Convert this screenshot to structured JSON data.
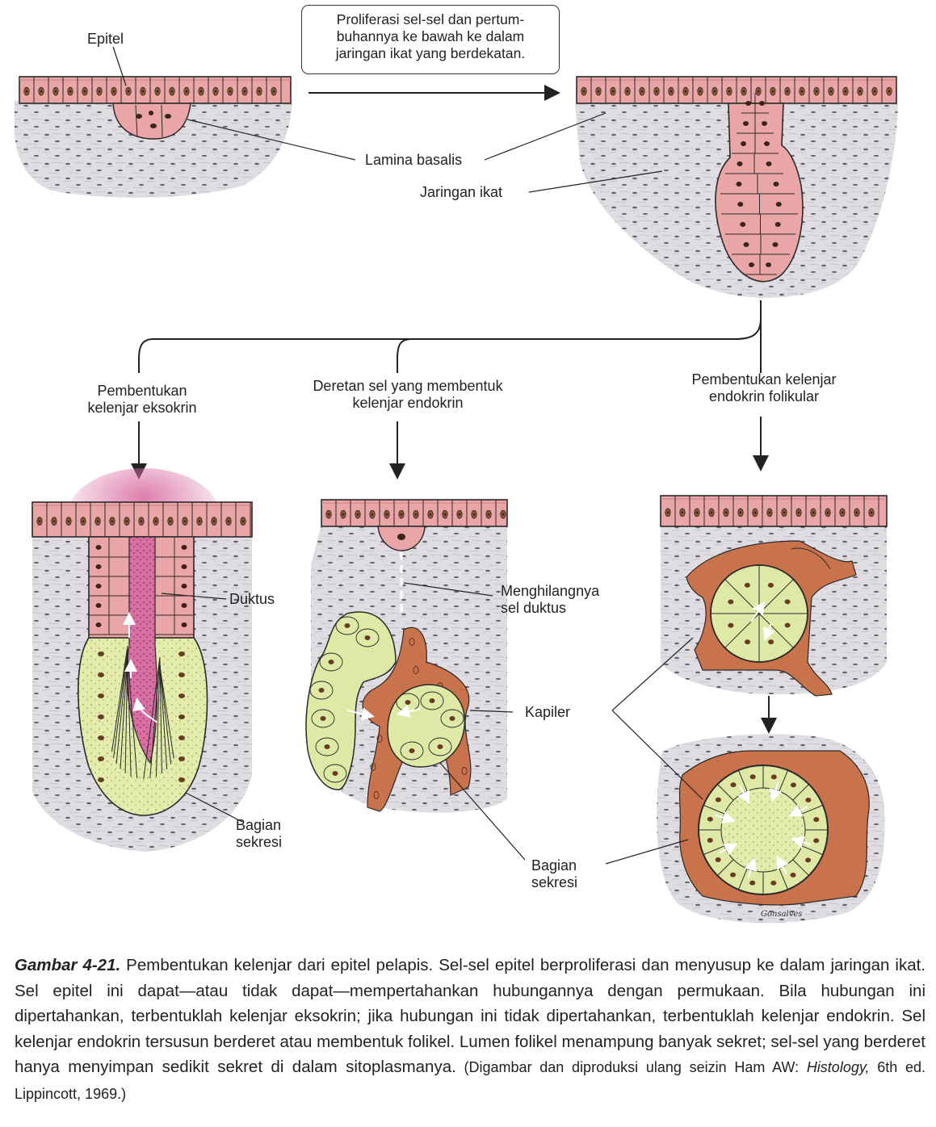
{
  "labels": {
    "epitel": "Epitel",
    "process_box": [
      "Proliferasi sel-sel dan pertum-",
      "buhannya ke bawah ke dalam",
      "jaringan ikat yang berdekatan."
    ],
    "lamina_basalis": "Lamina basalis",
    "jaringan_ikat": "Jaringan ikat",
    "branch_exocrine": [
      "Pembentukan",
      "kelenjar eksokrin"
    ],
    "branch_cord": [
      "Deretan sel yang membentuk",
      "kelenjar endokrin"
    ],
    "branch_follicular": [
      "Pembentukan kelenjar",
      "endokrin folikular"
    ],
    "duktus": "Duktus",
    "bagian_sekresi_left": [
      "Bagian",
      "sekresi"
    ],
    "menghilangnya": [
      "Menghilangnya",
      "sel duktus"
    ],
    "kapiler": "Kapiler",
    "bagian_sekresi_right": [
      "Bagian",
      "sekresi"
    ]
  },
  "signature": "Gonsalves",
  "caption": {
    "figure_label": "Gambar 4-21.",
    "text": " Pembentukan kelenjar dari epitel pelapis. Sel-sel epitel berproliferasi dan menyusup ke dalam jaringan ikat. Sel epitel ini dapat—atau tidak dapat—mempertahankan hubungannya dengan permukaan. Bila hubungan ini dipertahankan, terbentuklah kelenjar eksokrin; jika hubungan ini tidak dipertahankan, terbentuklah kelenjar endokrin. Sel kelenjar endokrin tersusun berderet atau membentuk folikel. Lumen folikel menampung banyak sekret; sel-sel yang berderet hanya menyimpan sedikit sekret di dalam sitoplasmanya.",
    "source_pre": " (Digambar dan diproduksi ulang seizin Ham AW: ",
    "source_italic": "Histology,",
    "source_post": " 6th ed. Lippincott, 1969.)"
  },
  "colors": {
    "epithelium": "#eaa6a6",
    "epithelium_dark": "#c97d80",
    "nucleus": "#6b3a22",
    "secretory": "#dfe9a6",
    "capillary": "#c9734c",
    "connective": "#d6d3da",
    "duct_lumen": "#d96fa3",
    "outline": "#2a2a2a"
  }
}
